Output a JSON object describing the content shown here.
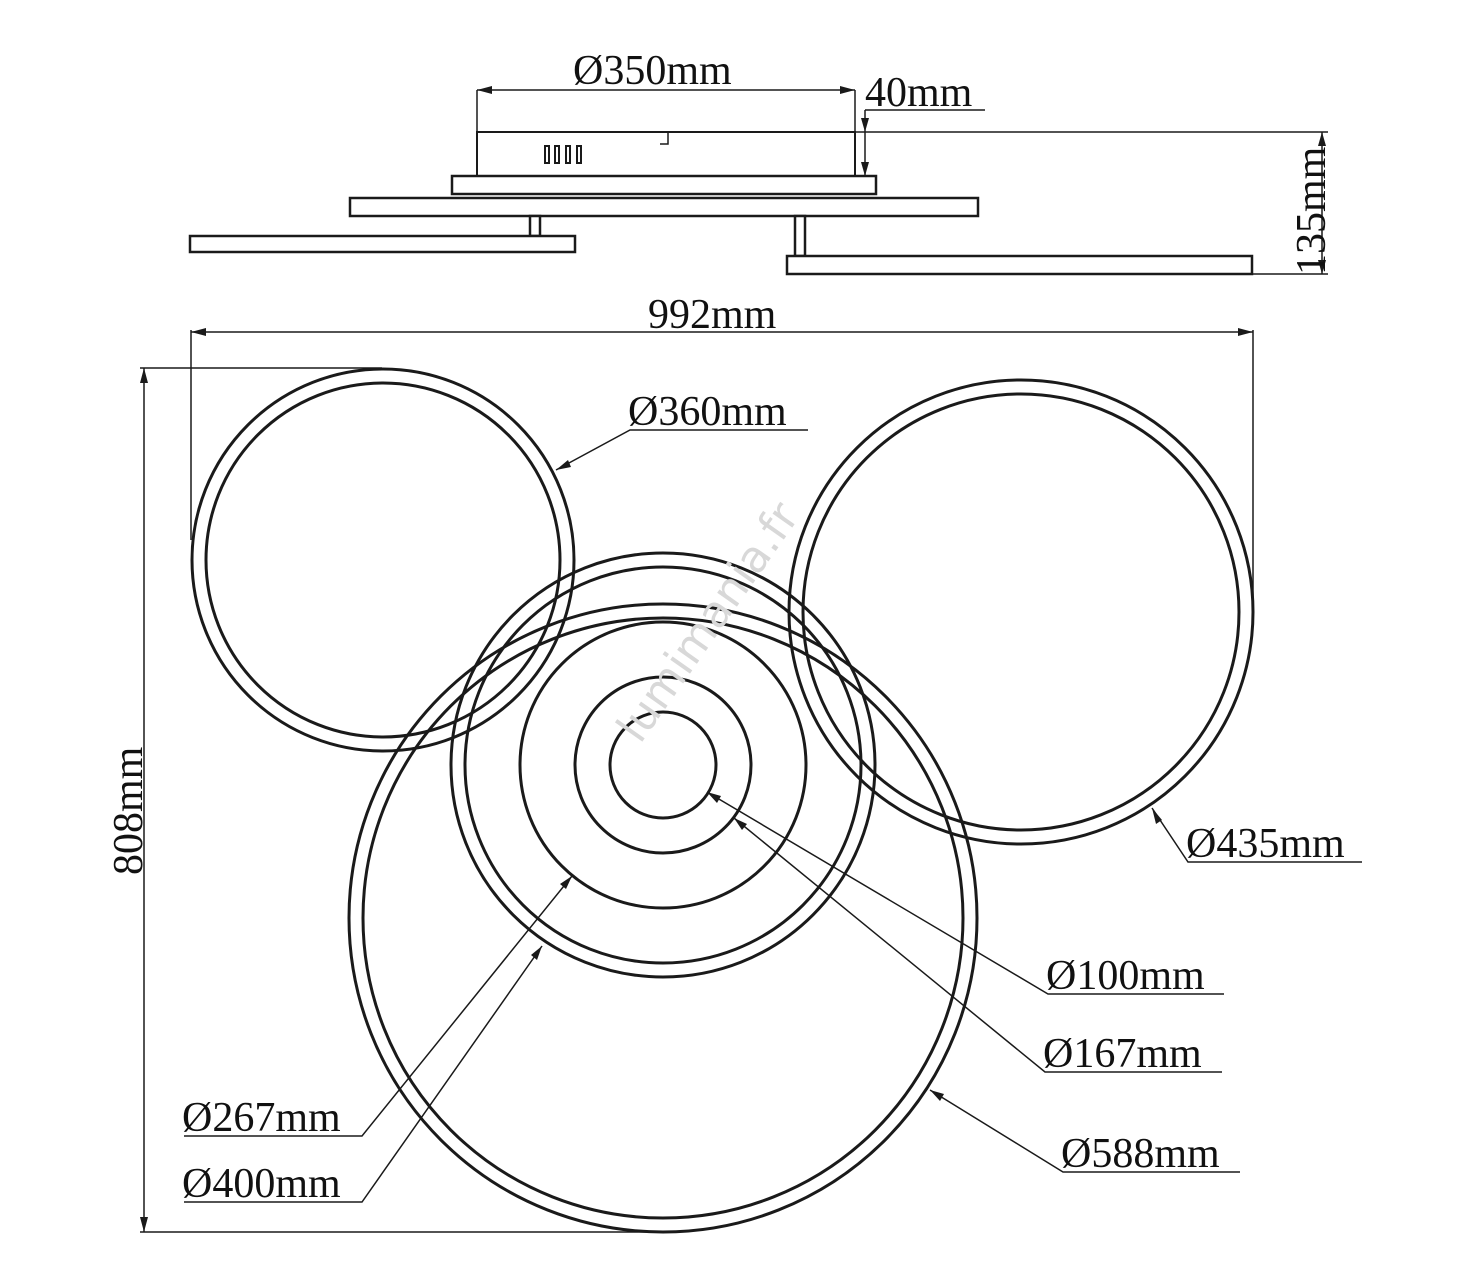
{
  "side_view": {
    "top_diameter": "Ø350mm",
    "canopy_height": "40mm",
    "total_height": "135mm"
  },
  "top_view": {
    "width": "992mm",
    "depth": "808mm",
    "rings": {
      "ring_360": "Ø360mm",
      "ring_435": "Ø435mm",
      "ring_100": "Ø100mm",
      "ring_167": "Ø167mm",
      "ring_267": "Ø267mm",
      "ring_400": "Ø400mm",
      "ring_588": "Ø588mm"
    }
  },
  "watermark": "lumimania.fr",
  "colors": {
    "line": "#1a1a1a",
    "background": "#ffffff"
  }
}
